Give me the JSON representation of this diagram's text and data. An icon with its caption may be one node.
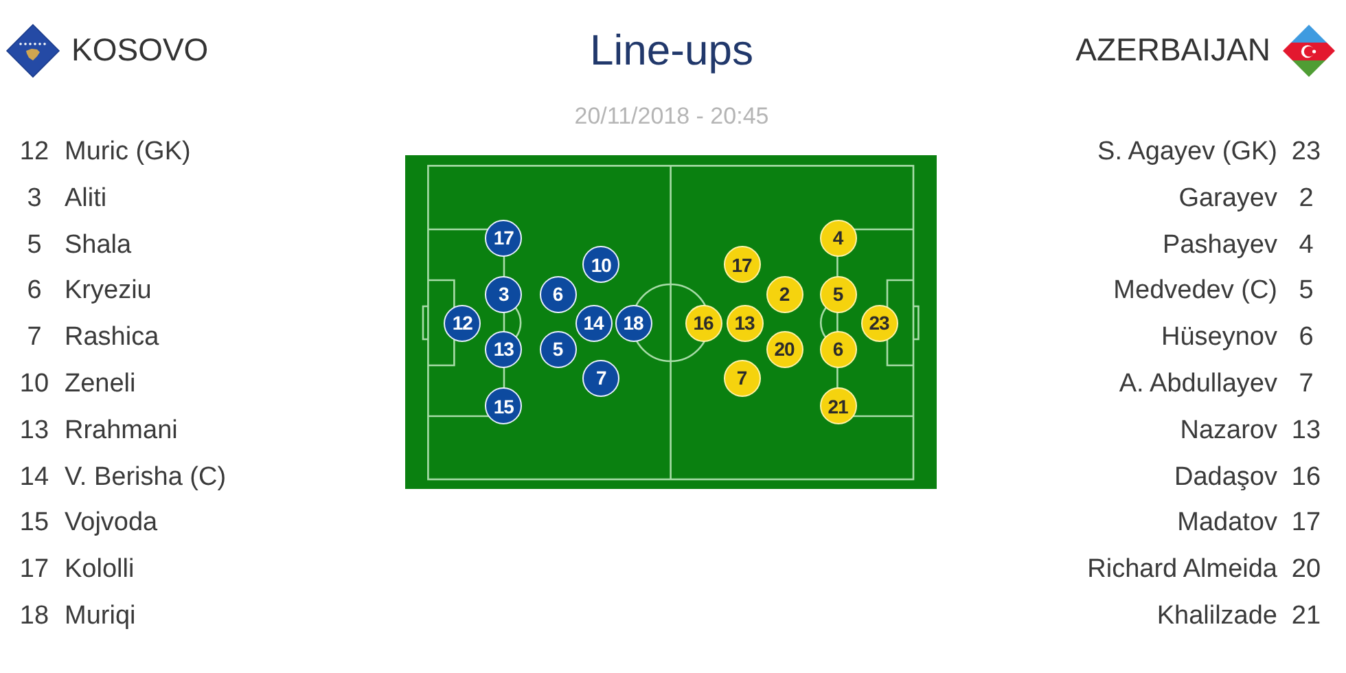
{
  "diagram": {
    "title": "Line-ups",
    "nodes": [
      {
        "text": [
          "12"
        ]
      },
      {
        "text": [
          "17"
        ]
      },
      {
        "text": [
          "3"
        ]
      },
      {
        "text": [
          "13"
        ]
      },
      {
        "text": [
          "15"
        ]
      },
      {
        "text": [
          "6"
        ]
      },
      {
        "text": [
          "5"
        ]
      },
      {
        "text": [
          "10"
        ]
      },
      {
        "text": [
          "14"
        ]
      },
      {
        "text": [
          "18"
        ]
      },
      {
        "text": [
          "7"
        ]
      },
      {
        "text": [
          "17"
        ]
      },
      {
        "text": [
          "16"
        ]
      },
      {
        "text": [
          "13"
        ]
      },
      {
        "text": [
          "7"
        ]
      },
      {
        "text": [
          "2"
        ]
      },
      {
        "text": [
          "20"
        ]
      },
      {
        "text": [
          "4"
        ]
      },
      {
        "text": [
          "5"
        ]
      },
      {
        "text": [
          "6"
        ]
      },
      {
        "text": [
          "21"
        ]
      },
      {
        "text": [
          "23"
        ]
      }
    ],
    "labels": [
      "KOSOVO",
      "AZERBAIJAN",
      "20/11/2018 - 20:45",
      "12",
      "Muric (GK)",
      "3",
      "Aliti",
      "5",
      "Shala",
      "6",
      "Kryeziu",
      "7",
      "Rashica",
      "10",
      "Zeneli",
      "13",
      "Rrahmani",
      "14",
      "V. Berisha (C)",
      "15",
      "Vojvoda",
      "17",
      "Kololli",
      "18",
      "Muriqi",
      "S. Agayev (GK)",
      "23",
      "Garayev",
      "2",
      "Pashayev",
      "4",
      "Medvedev (C)",
      "5",
      "Hüseynov",
      "6",
      "A. Abdullayev",
      "7",
      "Nazarov",
      "13",
      "Dadaşov",
      "16",
      "Madatov",
      "17",
      "Richard Almeida",
      "20",
      "Khalilzade",
      "21"
    ]
  }
}
